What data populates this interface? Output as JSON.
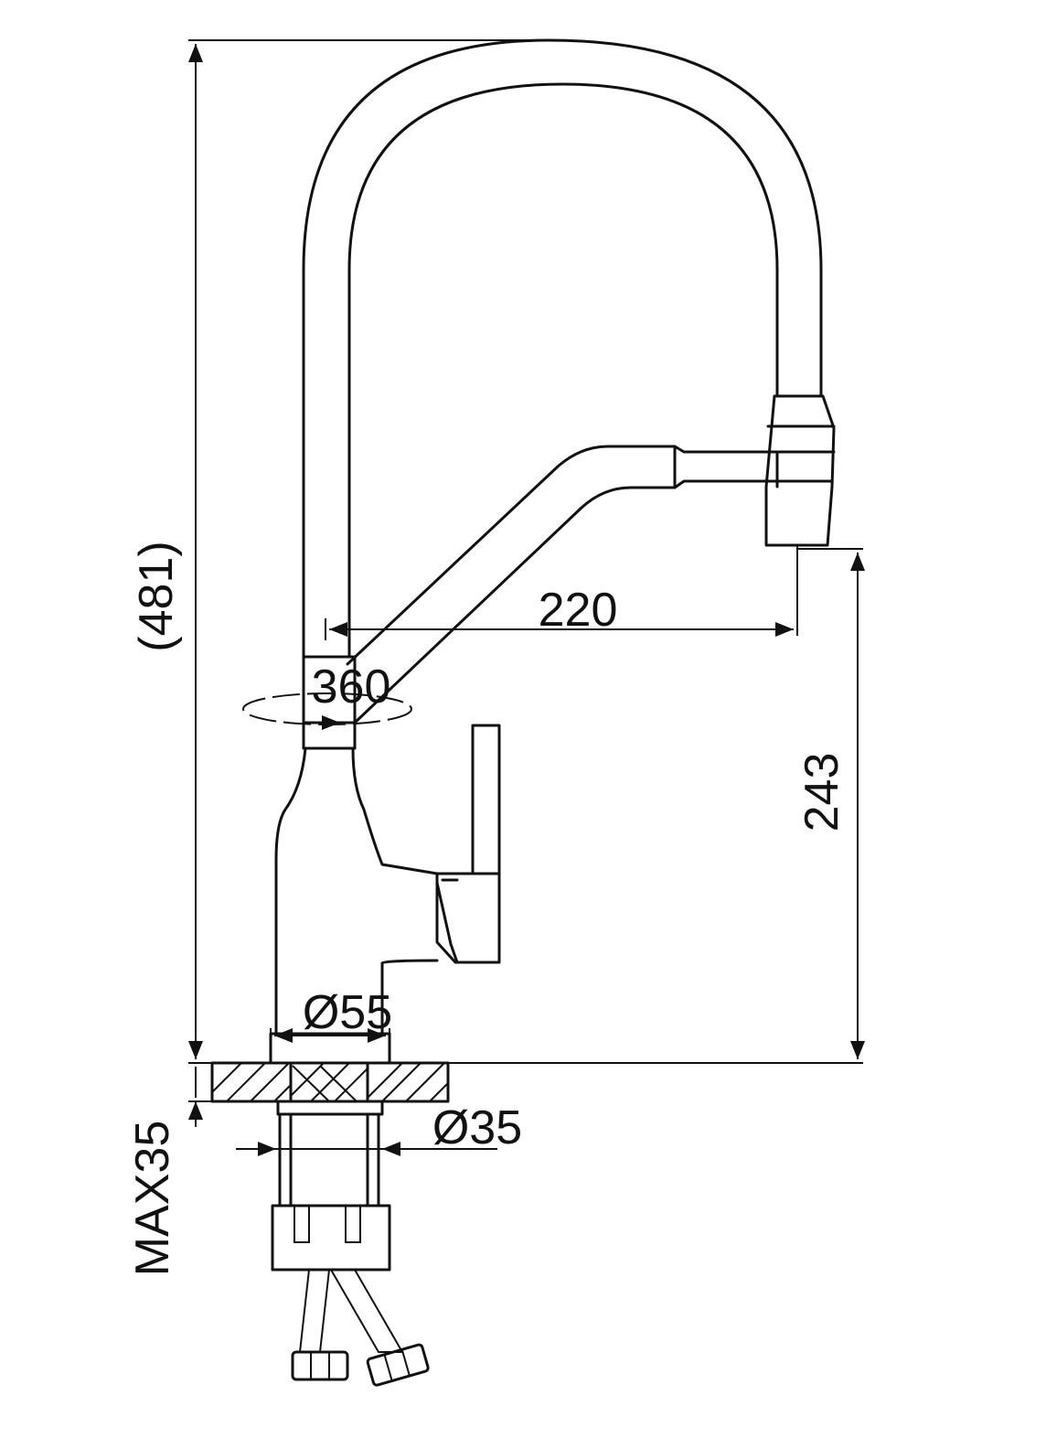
{
  "dimensions": {
    "total_height": "(481)",
    "reach": "220",
    "spout_height": "243",
    "rotation": "360",
    "base_diameter": "Ø55",
    "shank_diameter": "Ø35",
    "max_counter_thickness": "MAX35"
  },
  "colors": {
    "line": "#111111",
    "background": "#ffffff"
  }
}
